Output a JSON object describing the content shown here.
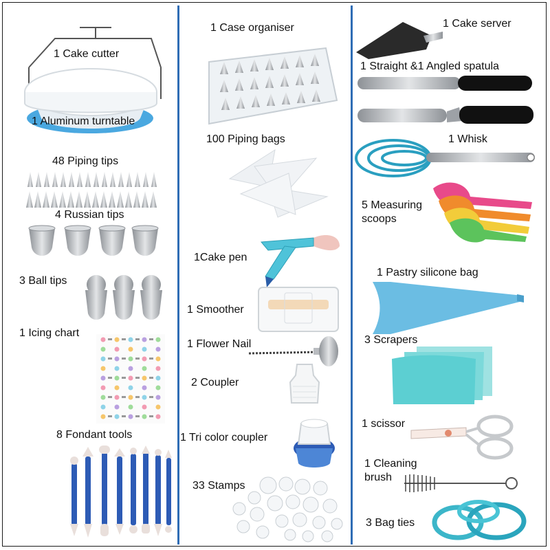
{
  "labels": {
    "cake_cutter": "1 Cake cutter",
    "turntable": "1 Aluminum turntable",
    "piping_tips": "48 Piping tips",
    "russian_tips": "4 Russian tips",
    "ball_tips": "3 Ball tips",
    "icing_chart": "1 Icing chart",
    "fondant_tools": "8 Fondant tools",
    "case_organiser": "1 Case organiser",
    "piping_bags": "100 Piping bags",
    "cake_pen": "1Cake pen",
    "smoother": "1 Smoother",
    "flower_nail": "1 Flower Nail",
    "coupler": "2 Coupler",
    "tri_coupler": "1 Tri color coupler",
    "stamps": "33 Stamps",
    "cake_server": "1 Cake server",
    "spatula": "1 Straight &1 Angled spatula",
    "whisk": "1 Whisk",
    "measuring_1": "5 Measuring",
    "measuring_2": "scoops",
    "silicone_bag": "1 Pastry silicone bag",
    "scrapers": "3 Scrapers",
    "scissor": "1 scissor",
    "cleaning_1": "1 Cleaning",
    "cleaning_2": "brush",
    "bag_ties": "3 Bag ties"
  },
  "colors": {
    "divider": "#2f6db5",
    "steel": "#b9bcc0",
    "blue_handle": "#2d5bb5",
    "teal": "#4fc3d9",
    "silicone": "#6bbde3"
  },
  "icons": {
    "cutter": "cake-cutter-icon",
    "turntable": "turntable-icon",
    "tips": "piping-tips-icon",
    "russian": "russian-tips-icon",
    "ball": "ball-tips-icon",
    "chart": "icing-chart-icon",
    "fondant": "fondant-tools-icon",
    "case": "case-organiser-icon",
    "bags": "piping-bags-icon",
    "pen": "cake-pen-icon",
    "smoother": "smoother-icon",
    "nail": "flower-nail-icon",
    "coupler": "coupler-icon",
    "tri": "tri-coupler-icon",
    "stamps": "stamps-icon",
    "server": "cake-server-icon",
    "spatula": "spatula-icon",
    "whisk": "whisk-icon",
    "scoops": "measuring-scoops-icon",
    "silicone": "silicone-bag-icon",
    "scrapers": "scrapers-icon",
    "scissor": "scissor-icon",
    "brush": "cleaning-brush-icon",
    "ties": "bag-ties-icon"
  }
}
